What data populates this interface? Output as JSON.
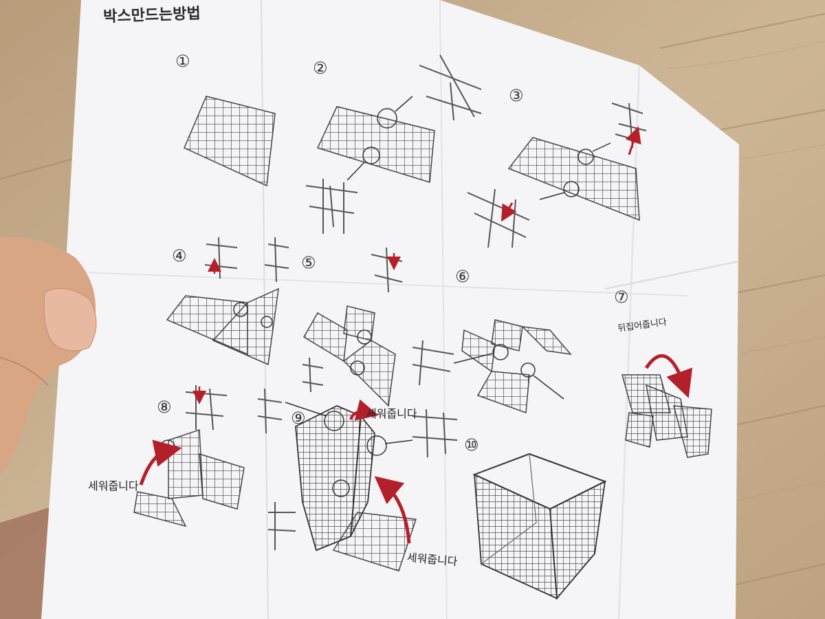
{
  "sheet": {
    "title": "박스만드는방법",
    "steps": [
      "①",
      "②",
      "③",
      "④",
      "⑤",
      "⑥",
      "⑦",
      "⑧",
      "⑨",
      "⑩"
    ],
    "labels": {
      "flip": "뒤집어줍니다",
      "stand_up": "세워줍니다"
    }
  },
  "colors": {
    "paper": "#f6f6f8",
    "ink": "#333333",
    "accent_red": "#b3202a",
    "wood": "#c4a886"
  }
}
